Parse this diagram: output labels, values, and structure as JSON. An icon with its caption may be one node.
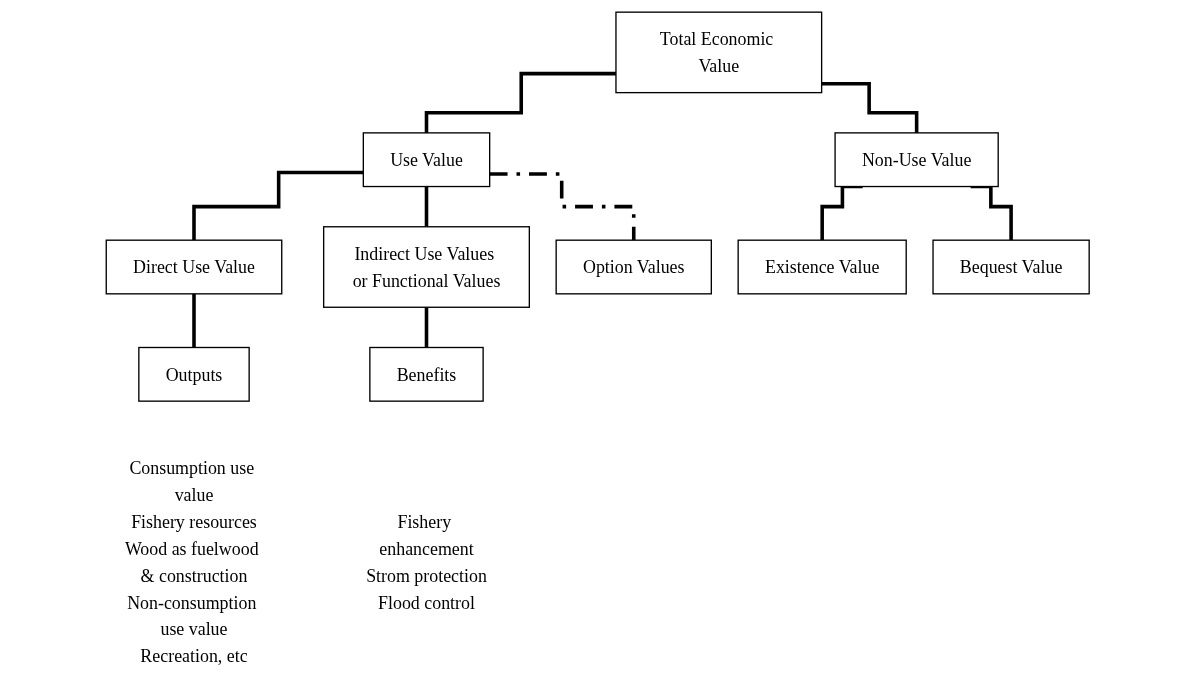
{
  "diagram": {
    "nodes": [
      {
        "text": [
          "Total Economic Value"
        ]
      },
      {
        "text": [
          "Use Value"
        ]
      },
      {
        "text": [
          "Non-Use Value"
        ]
      },
      {
        "text": [
          "Direct Use Value"
        ]
      },
      {
        "text": [
          "Indirect Use Values or Functional Values"
        ]
      },
      {
        "text": [
          "Option Values"
        ]
      },
      {
        "text": [
          "Existence Value"
        ]
      },
      {
        "text": [
          "Bequest Value"
        ]
      },
      {
        "text": [
          "Outputs"
        ],
        "beside": [
          "Consumption use value",
          "Fishery resources",
          "Wood as fuelwood & construction",
          "Non-consumption use value",
          "Recreation, etc"
        ]
      },
      {
        "text": [
          "Benefits"
        ],
        "beside": [
          "Fishery enhancement",
          "Strom protection",
          "Flood control"
        ]
      }
    ],
    "edges": [
      {
        "from": 0,
        "to": 1,
        "arrow": "none"
      },
      {
        "from": 0,
        "to": 2,
        "arrow": "none"
      },
      {
        "from": 1,
        "to": 3,
        "arrow": "none"
      },
      {
        "from": 1,
        "to": 4,
        "arrow": "none"
      },
      {
        "from": 1,
        "to": 5,
        "arrow": "none",
        "style": "dashed"
      },
      {
        "from": 2,
        "to": 6,
        "arrow": "none"
      },
      {
        "from": 2,
        "to": 7,
        "arrow": "none"
      },
      {
        "from": 3,
        "to": 8,
        "arrow": "none"
      },
      {
        "from": 4,
        "to": 9,
        "arrow": "none"
      }
    ]
  }
}
